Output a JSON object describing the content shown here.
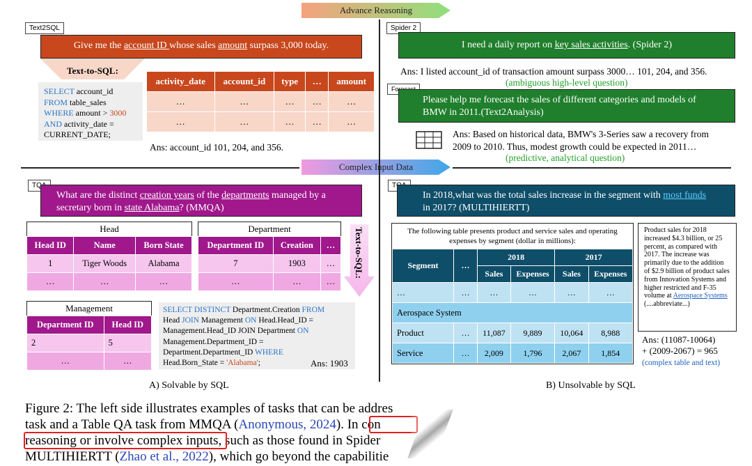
{
  "banners": {
    "advance_reasoning": "Advance Reasoning",
    "complex_input": "Complex Input Data"
  },
  "left_top": {
    "tag": "Text2SQL",
    "question_pre": "Give me the ",
    "question_u1": "account ID ",
    "question_mid": "whose sales ",
    "question_u2": "amount",
    "question_post": " surpass 3,000 today.",
    "t2s_label": "Text-to-SQL:",
    "sql_lines": [
      "SELECT account_id",
      "FROM table_sales",
      "WHERE amount > 3000",
      "AND activity_date =",
      "CURRENT_DATE;"
    ],
    "table_headers": [
      "activity_date",
      "account_id",
      "type",
      "…",
      "amount"
    ],
    "table_rows": [
      [
        "…",
        "…",
        "…",
        "…",
        "…"
      ],
      [
        "…",
        "…",
        "…",
        "…",
        "…"
      ]
    ],
    "answer": "Ans:  account_id 101, 204, and 356."
  },
  "right_top": {
    "tag_spider": "Spider 2",
    "spider_pre": "I need a daily report on ",
    "spider_u": "key sales activities",
    "spider_post": ". (Spider 2)",
    "spider_answer": "Ans:  I listed account_id of transaction amount surpass 3000… 101, 204, and 356.",
    "spider_note": "(ambiguous high-level question)",
    "tag_forecast": "Forecast",
    "forecast_q": "Please help me forecast the sales of different categories and models of BMW in 2011.(Text2Analysis)",
    "forecast_answer_l1": "Ans: Based on historical data, BMW's 3-Series saw a recovery from",
    "forecast_answer_l2": "2009 to 2010. Thus, modest growth could be expected in 2011…",
    "forecast_note": "(predictive, analytical question)"
  },
  "left_bottom": {
    "tag": "TQA",
    "q_pre": "What are the distinct ",
    "q_u1": "creation years",
    "q_mid1": " of the ",
    "q_u2": "departments",
    "q_mid2": " managed by a secretary born in ",
    "q_u3": "state Alabama",
    "q_post": "? (MMQA)",
    "head_caption": "Head",
    "head_headers": [
      "Head ID",
      "Name",
      "Born State"
    ],
    "head_rows": [
      [
        "1",
        "Tiger Woods",
        "Alabama"
      ],
      [
        "…",
        "…",
        "…"
      ]
    ],
    "dept_caption": "Department",
    "dept_headers": [
      "Department ID",
      "Creation",
      "…"
    ],
    "dept_rows": [
      [
        "7",
        "1903",
        "…"
      ],
      [
        "…",
        "…",
        "…"
      ]
    ],
    "t2s_vertical": "Text-to-SQL:",
    "mgmt_caption": "Management",
    "mgmt_headers": [
      "Department ID",
      "Head ID"
    ],
    "mgmt_rows": [
      [
        "2",
        "5"
      ],
      [
        "…",
        "…"
      ]
    ],
    "answer": "Ans: 1903"
  },
  "right_bottom": {
    "tag": "TQA",
    "q_l1_pre": "In 2018,what was the total sales increase in the segment with ",
    "q_l1_link": "most funds",
    "q_l2": "in 2017? (MULTIHIERTT)",
    "table_caption": "The following table presents product and service sales and operating expenses by segment (dollar in millions):",
    "headers": [
      "Segment",
      "…",
      "2018",
      "2017"
    ],
    "subheaders": [
      "Sales",
      "Expenses",
      "Sales",
      "Expenses"
    ],
    "rows": [
      [
        "…",
        "…",
        "…",
        "…",
        "…",
        "…"
      ],
      [
        "Aerospace System"
      ],
      [
        "Product",
        "…",
        "11,087",
        "9,889",
        "10,064",
        "8,988"
      ],
      [
        "Service",
        "…",
        "2,009",
        "1,796",
        "2,067",
        "1,854"
      ]
    ],
    "text_box": "Product sales for 2018 increased $4.3 billion, or 25 percent, as compared with 2017. The increase was primarily due to the addition of $2.9 billion of product sales from Innovation Systems and higher restricted and F-35 volume at ",
    "text_box_link": "Aerospace Systems",
    "text_box_post": " (....abbreviate...)",
    "answer_l1": "Ans: (11087-10064)",
    "answer_l2": "+ (2009-2067) = 965",
    "answer_note": "(complex table and text)"
  },
  "subcaptions": {
    "left": "A) Solvable by SQL",
    "right": "B) Unsolvable by SQL"
  },
  "figure_caption": {
    "l1": "Figure 2: The left side illustrates examples of tasks that can be addres",
    "l2_pre": "task and a Table QA task from MMQA (",
    "l2_link": "Anonymous, 2024",
    "l2_post": ").  In con",
    "l3": "reasoning or involve complex inputs, such as those found in Spider",
    "l4_pre": "MULTIHIERTT (",
    "l4_link": "Zhao et al., 2022",
    "l4_post": "), which go beyond the capabilitie"
  },
  "colors": {
    "red": "#c8471d",
    "green": "#1f7f2c",
    "purple": "#a0188c",
    "navy": "#0f4e69",
    "highlight_box": "#e02020"
  }
}
